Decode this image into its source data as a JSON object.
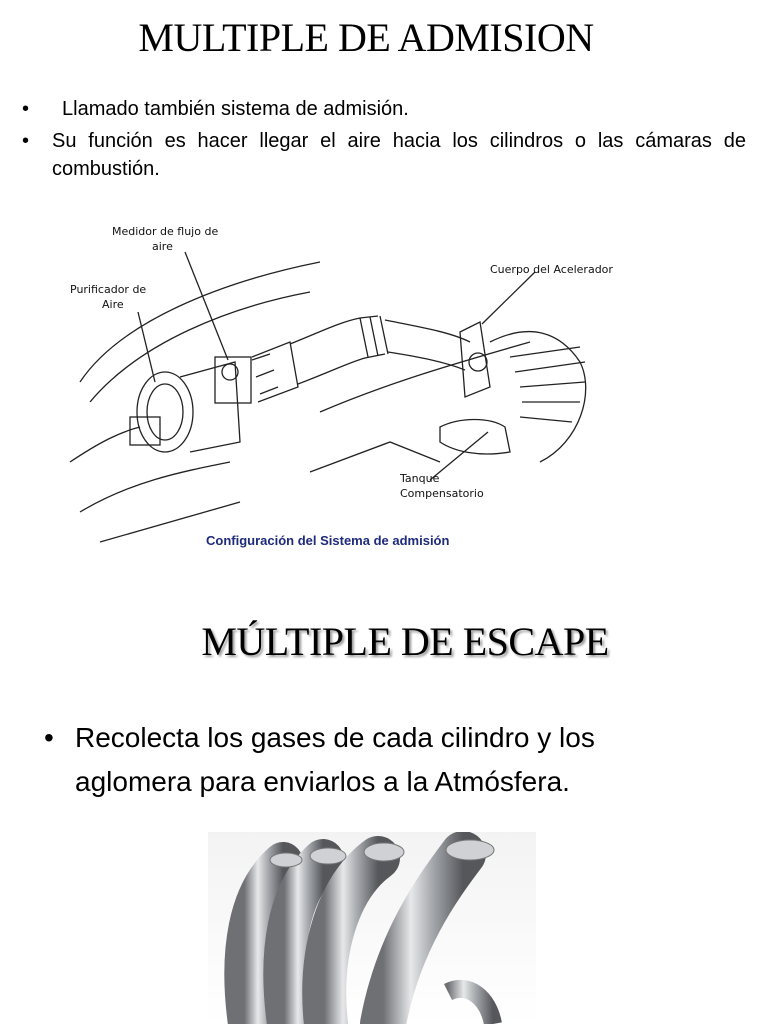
{
  "section1": {
    "title": "MULTIPLE DE ADMISION",
    "bullets": [
      "Llamado también sistema de admisión.",
      "Su función es hacer llegar el aire hacia los cilindros o las cámaras de combustión."
    ],
    "figure": {
      "labels": {
        "medidor_1": "Medidor de flujo de",
        "medidor_2": "aire",
        "purificador_1": "Purificador de",
        "purificador_2": "Aire",
        "cuerpo": "Cuerpo del Acelerador",
        "tanque_1": "Tanque",
        "tanque_2": "Compensatorio"
      },
      "caption": "Configuración del Sistema de admisión"
    }
  },
  "section2": {
    "title": "MÚLTIPLE DE ESCAPE",
    "bullets": [
      "Recolecta los gases de cada cilindro y los aglomera para enviarlos a la Atmósfera."
    ]
  }
}
